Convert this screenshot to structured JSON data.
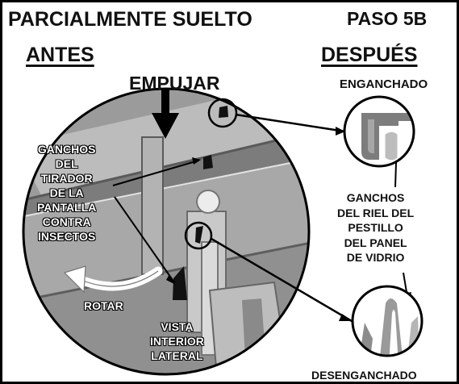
{
  "header": {
    "title": "PARCIALMENTE SUELTO",
    "step": "PASO 5B"
  },
  "labels": {
    "before": "ANTES",
    "after": "DESPUÉS",
    "push": "EMPUJAR",
    "engaged": "ENGANCHADO",
    "disengaged": "DESENGANCHADO",
    "rotate": "ROTAR",
    "screen_hooks": [
      "GANCHOS",
      "DEL",
      "TIRADOR",
      "DE LA",
      "PANTALLA",
      "CONTRA",
      "INSECTOS"
    ],
    "rail_hooks": [
      "GANCHOS",
      "DEL RIEL DEL",
      "PESTILLO",
      "DEL PANEL",
      "DE VIDRIO"
    ],
    "interior_view": [
      "VISTA",
      "INTERIOR",
      "LATERAL"
    ]
  },
  "colors": {
    "frame": "#000000",
    "rail_light": "#bdbdbd",
    "rail_mid": "#9a9a9a",
    "rail_dark": "#6e6e6e",
    "arrow_white": "#ffffff"
  },
  "icons": {
    "push_arrow": "down-arrow-icon",
    "rotate_arrow": "curved-arrow-icon"
  }
}
